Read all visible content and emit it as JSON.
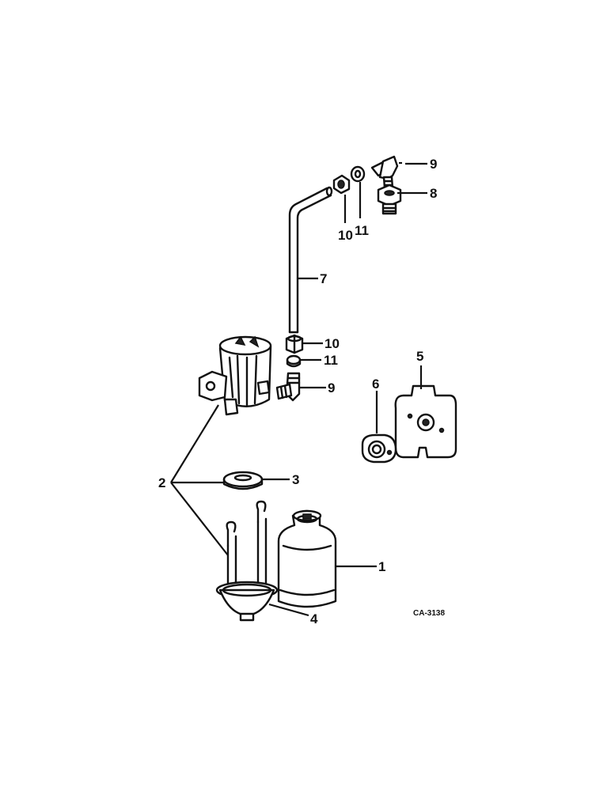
{
  "diagram": {
    "reference_code": "CA-3138",
    "callouts": [
      {
        "id": "c1",
        "label": "1",
        "part": "filter element"
      },
      {
        "id": "c2",
        "label": "2",
        "part": "filter assembly"
      },
      {
        "id": "c3",
        "label": "3",
        "part": "gasket"
      },
      {
        "id": "c4",
        "label": "4",
        "part": "bowl and bail"
      },
      {
        "id": "c5",
        "label": "5",
        "part": "gasket plate"
      },
      {
        "id": "c6",
        "label": "6",
        "part": "connector"
      },
      {
        "id": "c7",
        "label": "7",
        "part": "tube"
      },
      {
        "id": "c8",
        "label": "8",
        "part": "connector nut"
      },
      {
        "id": "c9a",
        "label": "9",
        "part": "elbow (upper)"
      },
      {
        "id": "c9b",
        "label": "9",
        "part": "elbow (lower)"
      },
      {
        "id": "c10a",
        "label": "10",
        "part": "nut (upper)"
      },
      {
        "id": "c10b",
        "label": "10",
        "part": "nut (lower)"
      },
      {
        "id": "c11a",
        "label": "11",
        "part": "sleeve (upper)"
      },
      {
        "id": "c11b",
        "label": "11",
        "part": "sleeve (lower)"
      }
    ]
  }
}
